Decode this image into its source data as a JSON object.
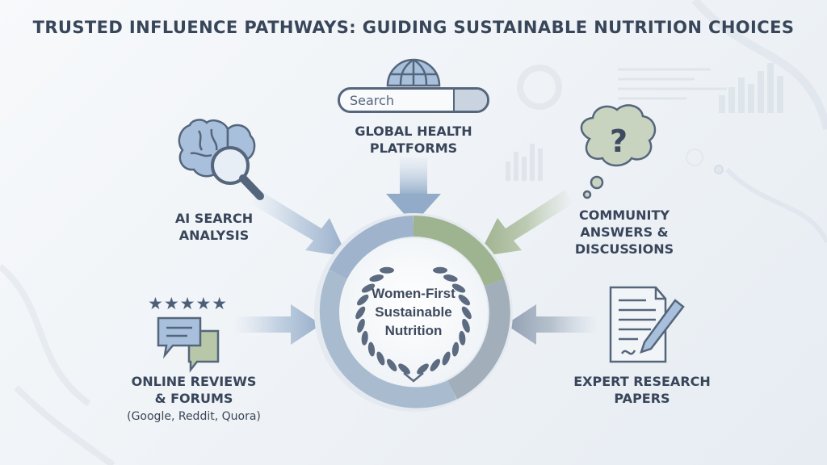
{
  "title": "TRUSTED INFLUENCE PATHWAYS: GUIDING SUSTAINABLE NUTRITION CHOICES",
  "center": {
    "label_line1": "Women-First",
    "label_line2": "Sustainable",
    "label_line3": "Nutrition"
  },
  "nodes": {
    "global_health": {
      "line1": "GLOBAL HEALTH",
      "line2": "PLATFORMS",
      "search_placeholder": "Search",
      "icons": [
        "globe-icon",
        "search-icon"
      ]
    },
    "ai_search": {
      "line1": "AI SEARCH",
      "line2": "ANALYSIS",
      "icons": [
        "brain-icon",
        "magnifier-icon"
      ]
    },
    "community": {
      "line1": "COMMUNITY",
      "line2": "ANSWERS &",
      "line3": "DISCUSSIONS",
      "icons": [
        "thought-bubble-question-icon"
      ]
    },
    "reviews": {
      "line1": "ONLINE REVIEWS",
      "line2": "& FORUMS",
      "sub": "(Google, Reddit, Quora)",
      "stars": "★★★★★",
      "icons": [
        "chat-bubbles-icon",
        "star-icon"
      ]
    },
    "expert": {
      "line1": "EXPERT RESEARCH",
      "line2": "PAPERS",
      "icons": [
        "document-pen-icon"
      ]
    }
  },
  "colors": {
    "title": "#38465a",
    "blue_arrow": "#9fb6d2",
    "green_arrow": "#a9bc9c",
    "ring_blue": "#9fb4cc",
    "ring_green": "#9eb38f",
    "ring_gray": "#a3aebb",
    "icon_blue": "#a8c0dc",
    "icon_stroke": "#55667c",
    "laurel": "#5c6b80"
  }
}
